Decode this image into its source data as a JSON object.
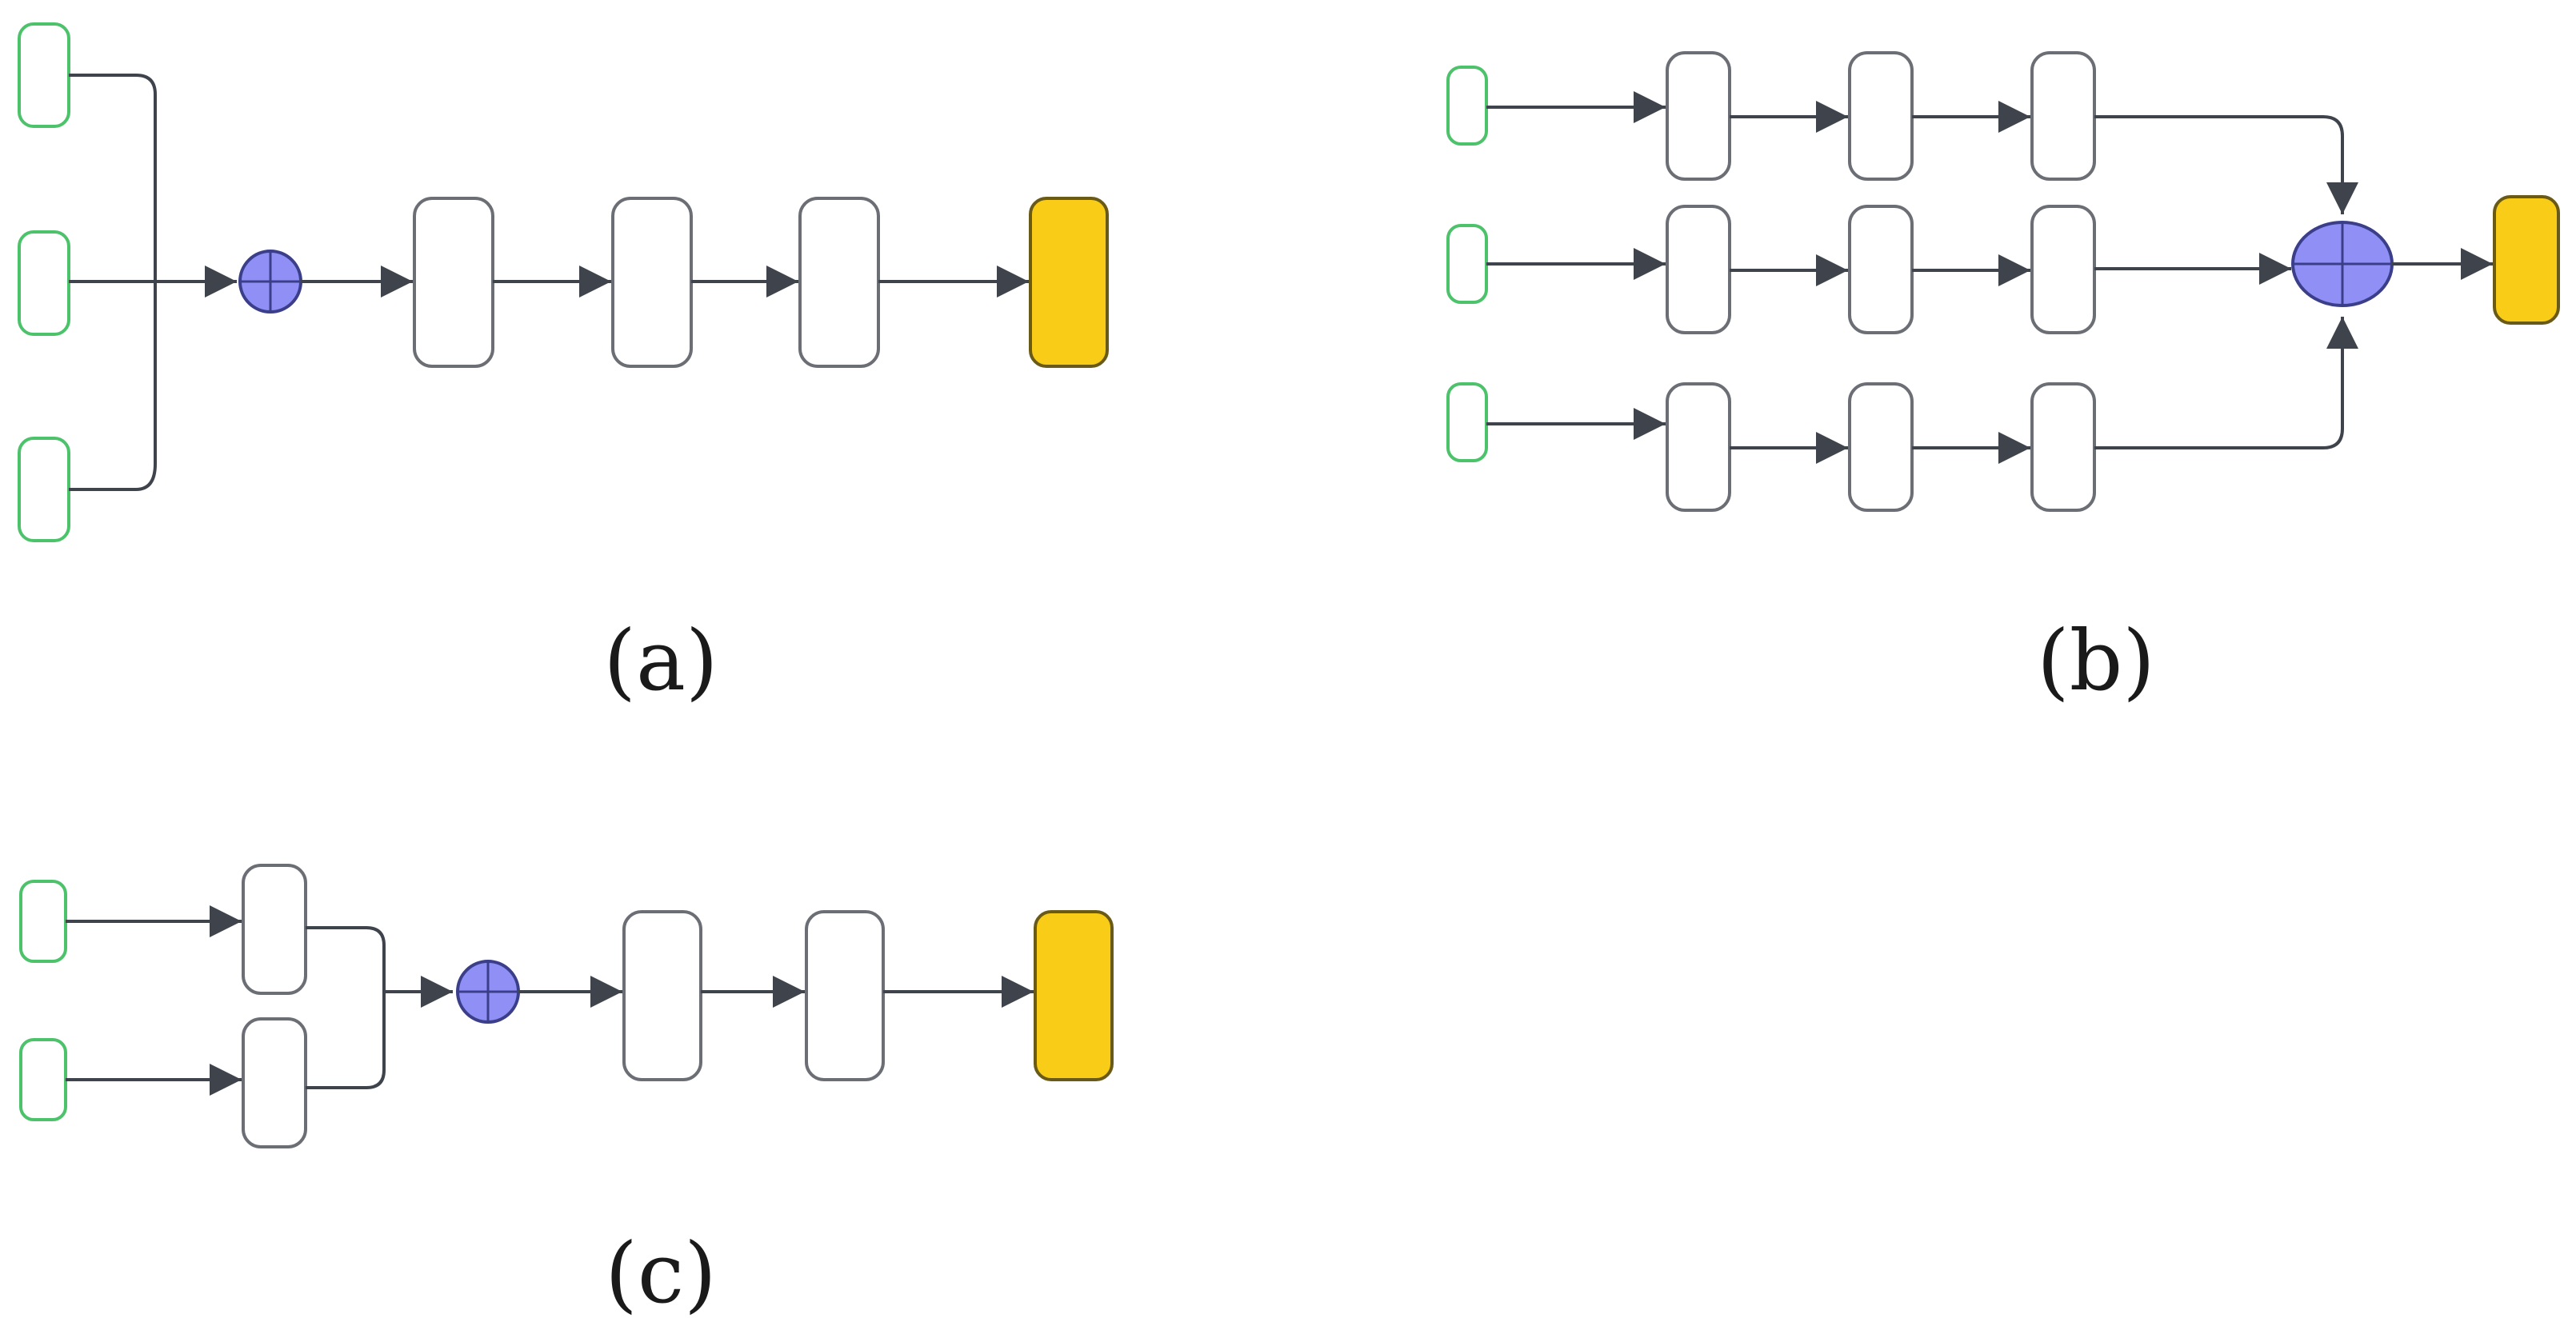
{
  "panels": [
    {
      "id": "a",
      "caption": "(a)"
    },
    {
      "id": "b",
      "caption": "(b)"
    },
    {
      "id": "c",
      "caption": "(c)"
    }
  ],
  "colors": {
    "background": "#ffffff",
    "input_stroke": "#4cc26a",
    "block_stroke": "#6b6e74",
    "block_fill": "#ffffff",
    "fusion_fill": "#8f8ff5",
    "fusion_stroke": "#3b3f8a",
    "output_fill": "#f8cc17",
    "output_stroke": "#6a5a18",
    "connector": "#3e434c",
    "caption": "#1a1a1a"
  }
}
